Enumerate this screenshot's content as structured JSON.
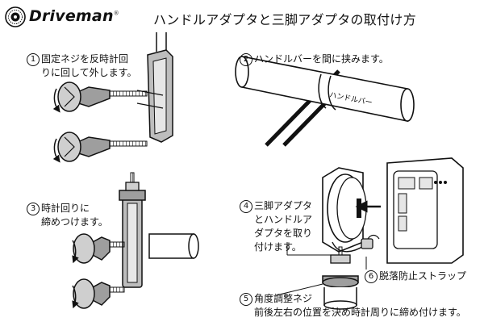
{
  "brand": {
    "name": "Driveman",
    "trademark": "®"
  },
  "title": "ハンドルアダプタと三脚アダプタの取付け方",
  "steps": [
    {
      "number": "1",
      "lines": [
        "固定ネジを反時計回",
        "りに回して外します。"
      ]
    },
    {
      "number": "2",
      "lines": [
        "ハンドルバーを間に挟みます。"
      ]
    },
    {
      "number": "3",
      "lines": [
        "時計回りに",
        "締めつけます。"
      ]
    },
    {
      "number": "4",
      "lines": [
        "三脚アダプタ",
        "とハンドルア",
        "ダプタを取り",
        "付けます。"
      ]
    },
    {
      "number": "5",
      "lines": [
        "角度調整ネジ",
        "前後左右の位置を決め時計周りに締め付けます。"
      ]
    },
    {
      "number": "6",
      "lines": [
        "脱落防止ストラップ"
      ]
    }
  ],
  "handlebar_label": "ハンドルバー"
}
